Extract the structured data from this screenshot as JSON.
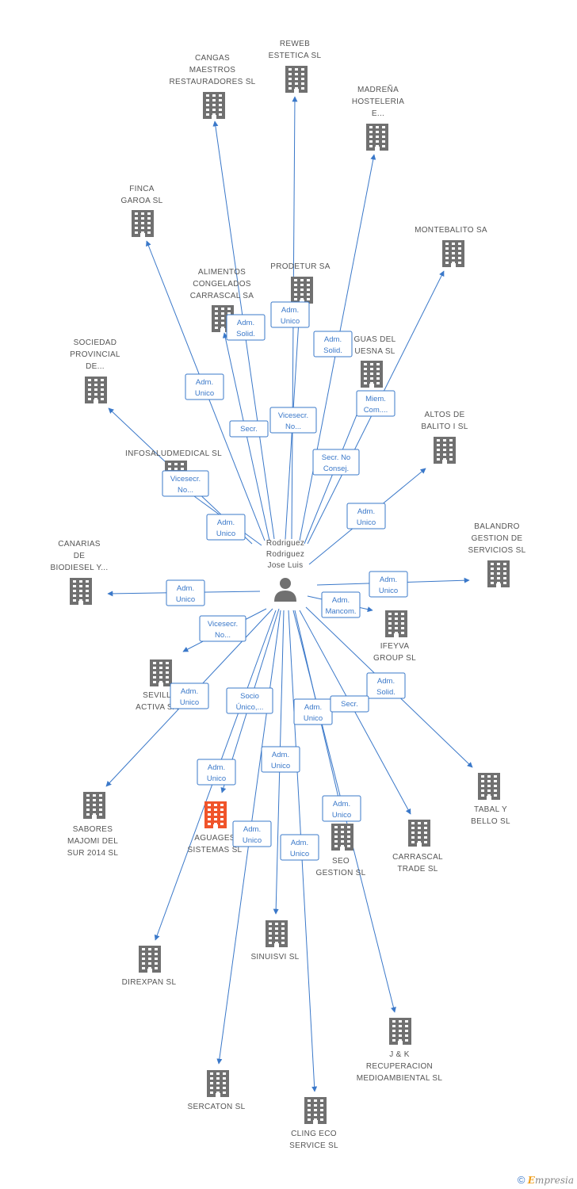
{
  "center": {
    "label": [
      "Rodriguez",
      "Rodriguez",
      "Jose Luis"
    ]
  },
  "colors": {
    "edge": "#3a78c9",
    "building": "#707070",
    "highlight": "#f0542a"
  },
  "footer": {
    "copyright": "©",
    "brand_initial": "E",
    "brand_rest": "mpresia"
  },
  "nodes": [
    {
      "id": "reweb",
      "label": [
        "REWEB",
        "ESTETICA SL"
      ]
    },
    {
      "id": "cangas",
      "label": [
        "CANGAS",
        "MAESTROS",
        "RESTAURADORES SL"
      ]
    },
    {
      "id": "madrena",
      "label": [
        "MADREÑA",
        "HOSTELERIA",
        "E..."
      ]
    },
    {
      "id": "finca",
      "label": [
        "FINCA",
        "GAROA SL"
      ]
    },
    {
      "id": "montebalito",
      "label": [
        "MONTEBALITO SA"
      ]
    },
    {
      "id": "alimentos",
      "label": [
        "ALIMENTOS",
        "CONGELADOS",
        "CARRASCAL SA"
      ]
    },
    {
      "id": "prodetur",
      "label": [
        "PRODETUR SA"
      ]
    },
    {
      "id": "aguas",
      "label": [
        "GUAS DEL",
        "UESNA SL"
      ]
    },
    {
      "id": "sociedad",
      "label": [
        "SOCIEDAD",
        "PROVINCIAL",
        "DE..."
      ]
    },
    {
      "id": "altos",
      "label": [
        "ALTOS DE",
        "BALITO I SL"
      ]
    },
    {
      "id": "infosalud",
      "label": [
        "INFOSALUDMEDICAL SL"
      ]
    },
    {
      "id": "balandro",
      "label": [
        "BALANDRO",
        "GESTION DE",
        "SERVICIOS SL"
      ]
    },
    {
      "id": "canarias",
      "label": [
        "CANARIAS",
        "DE",
        "BIODIESEL Y..."
      ]
    },
    {
      "id": "ifeyva",
      "label": [
        "IFEYVA",
        "GROUP SL"
      ]
    },
    {
      "id": "sevilla",
      "label": [
        "SEVILL",
        "ACTIVA SA"
      ]
    },
    {
      "id": "tabal",
      "label": [
        "TABAL Y",
        "BELLO SL"
      ]
    },
    {
      "id": "sabores",
      "label": [
        "SABORES",
        "MAJOMI DEL",
        "SUR 2014 SL"
      ]
    },
    {
      "id": "aguages",
      "label": [
        "AGUAGES",
        "SISTEMAS SL"
      ]
    },
    {
      "id": "seo",
      "label": [
        "SEO",
        "GESTION SL"
      ]
    },
    {
      "id": "carrascal",
      "label": [
        "CARRASCAL",
        "TRADE SL"
      ]
    },
    {
      "id": "sinuisvi",
      "label": [
        "SINUISVI SL"
      ]
    },
    {
      "id": "direxpan",
      "label": [
        "DIREXPAN SL"
      ]
    },
    {
      "id": "jk",
      "label": [
        "J & K",
        "RECUPERACION",
        "MEDIOAMBIENTAL SL"
      ]
    },
    {
      "id": "sercaton",
      "label": [
        "SERCATON SL"
      ]
    },
    {
      "id": "clingeco",
      "label": [
        "CLING ECO",
        "SERVICE SL"
      ]
    }
  ],
  "edges": [
    {
      "to": "reweb",
      "label": [
        "Adm.",
        "Unico"
      ]
    },
    {
      "to": "cangas",
      "label": [
        "Adm.",
        "Solid."
      ]
    },
    {
      "to": "madrena",
      "label": [
        "Adm.",
        "Solid."
      ]
    },
    {
      "to": "finca",
      "label": [
        "Adm.",
        "Unico"
      ]
    },
    {
      "to": "montebalito",
      "label": [
        "Miem.",
        "Com...."
      ]
    },
    {
      "to": "alimentos",
      "label": [
        "Secr."
      ]
    },
    {
      "to": "prodetur",
      "label": [
        "Vicesecr.",
        "No..."
      ]
    },
    {
      "to": "aguas",
      "label": [
        "Secr.  No",
        "Consej."
      ]
    },
    {
      "to": "sociedad",
      "label": [
        "Vicesecr.",
        "No..."
      ]
    },
    {
      "to": "altos",
      "label": [
        "Adm.",
        "Unico"
      ]
    },
    {
      "to": "infosalud",
      "label": [
        "Adm.",
        "Unico"
      ]
    },
    {
      "to": "balandro",
      "label": [
        "Adm.",
        "Unico"
      ]
    },
    {
      "to": "canarias",
      "label": [
        "Adm.",
        "Unico"
      ]
    },
    {
      "to": "ifeyva",
      "label": [
        "Adm.",
        "Mancom."
      ]
    },
    {
      "to": "sevilla",
      "label": [
        "Vicesecr.",
        "No..."
      ]
    },
    {
      "to": "tabal",
      "label": [
        "Adm.",
        "Solid."
      ]
    },
    {
      "to": "sabores",
      "label": [
        "Adm.",
        "Unico"
      ]
    },
    {
      "to": "aguages",
      "label": [
        "Adm.",
        "Unico"
      ]
    },
    {
      "to": "seo",
      "label": [
        "Adm.",
        "Unico"
      ]
    },
    {
      "to": "carrascal",
      "label": [
        "Secr."
      ]
    },
    {
      "to": "sinuisvi",
      "label": [
        "Adm.",
        "Unico"
      ]
    },
    {
      "to": "direxpan",
      "label": [
        "Socio",
        "Único,..."
      ]
    },
    {
      "to": "jk",
      "label": [
        "Adm.",
        "Unico"
      ]
    },
    {
      "to": "sercaton",
      "label": [
        "Adm.",
        "Unico"
      ]
    },
    {
      "to": "clingeco",
      "label": [
        "Adm.",
        "Unico"
      ]
    }
  ]
}
